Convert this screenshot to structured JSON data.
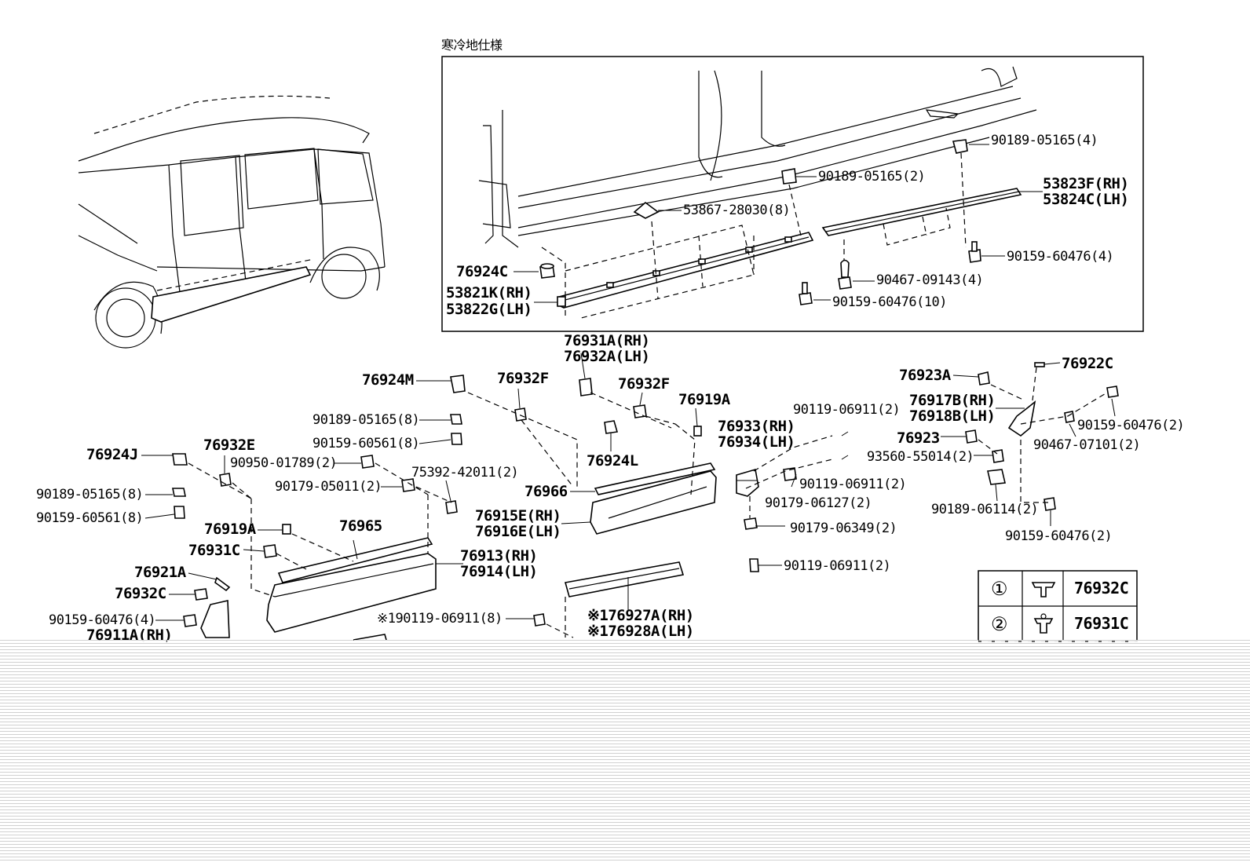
{
  "inset_title": "寒冷地仕様",
  "inset_labels": [
    {
      "key": "i1",
      "text": "90189-05165(4)"
    },
    {
      "key": "i2",
      "text": "90189-05165(2)"
    },
    {
      "key": "i3",
      "text": "53823F(RH)"
    },
    {
      "key": "i4",
      "text": "53824C(LH)"
    },
    {
      "key": "i5",
      "text": "53867-28030(8)"
    },
    {
      "key": "i6",
      "text": "90159-60476(4)"
    },
    {
      "key": "i7",
      "text": "76924C"
    },
    {
      "key": "i8",
      "text": "90467-09143(4)"
    },
    {
      "key": "i9",
      "text": "53821K(RH)"
    },
    {
      "key": "i10",
      "text": "53822G(LH)"
    },
    {
      "key": "i11",
      "text": "90159-60476(10)"
    }
  ],
  "main_labels": [
    {
      "key": "m1",
      "text": "76931A(RH)"
    },
    {
      "key": "m2",
      "text": "76932A(LH)"
    },
    {
      "key": "m3",
      "text": "76924M"
    },
    {
      "key": "m4",
      "text": "76932F"
    },
    {
      "key": "m5",
      "text": "76932F"
    },
    {
      "key": "m6",
      "text": "76919A"
    },
    {
      "key": "m7",
      "text": "90189-05165(8)"
    },
    {
      "key": "m8",
      "text": "90159-60561(8)"
    },
    {
      "key": "m9",
      "text": "76924L"
    },
    {
      "key": "m10",
      "text": "76924J"
    },
    {
      "key": "m11",
      "text": "76932E"
    },
    {
      "key": "m12",
      "text": "90950-01789(2)"
    },
    {
      "key": "m13",
      "text": "90179-05011(2)"
    },
    {
      "key": "m14",
      "text": "75392-42011(2)"
    },
    {
      "key": "m15",
      "text": "90189-05165(8)"
    },
    {
      "key": "m16",
      "text": "90159-60561(8)"
    },
    {
      "key": "m17",
      "text": "76966"
    },
    {
      "key": "m18",
      "text": "76915E(RH)"
    },
    {
      "key": "m19",
      "text": "76916E(LH)"
    },
    {
      "key": "m20",
      "text": "76919A"
    },
    {
      "key": "m21",
      "text": "76965"
    },
    {
      "key": "m22",
      "text": "76931C"
    },
    {
      "key": "m23",
      "text": "76913(RH)"
    },
    {
      "key": "m24",
      "text": "76914(LH)"
    },
    {
      "key": "m25",
      "text": "76921A"
    },
    {
      "key": "m26",
      "text": "76932C"
    },
    {
      "key": "m27",
      "text": "90159-60476(4)"
    },
    {
      "key": "m28",
      "text": "76911A(RH)"
    },
    {
      "key": "m29",
      "text": "※190119-06911(8)"
    },
    {
      "key": "m30",
      "text": "※176927A(RH)"
    },
    {
      "key": "m31",
      "text": "※176928A(LH)"
    },
    {
      "key": "m32",
      "text": "76933(RH)"
    },
    {
      "key": "m33",
      "text": "76934(LH)"
    },
    {
      "key": "m34",
      "text": "90119-06911(2)"
    },
    {
      "key": "m35",
      "text": "90119-06911(2)"
    },
    {
      "key": "m36",
      "text": "90179-06127(2)"
    },
    {
      "key": "m37",
      "text": "90179-06349(2)"
    },
    {
      "key": "m38",
      "text": "90119-06911(2)"
    },
    {
      "key": "m39",
      "text": "76923A"
    },
    {
      "key": "m40",
      "text": "76922C"
    },
    {
      "key": "m41",
      "text": "76917B(RH)"
    },
    {
      "key": "m42",
      "text": "76918B(LH)"
    },
    {
      "key": "m43",
      "text": "76923"
    },
    {
      "key": "m44",
      "text": "90159-60476(2)"
    },
    {
      "key": "m45",
      "text": "93560-55014(2)"
    },
    {
      "key": "m46",
      "text": "90467-07101(2)"
    },
    {
      "key": "m47",
      "text": "90189-06114(2)"
    },
    {
      "key": "m48",
      "text": "90159-60476(2)"
    }
  ],
  "legend": [
    {
      "symbol": "①",
      "part": "76932C"
    },
    {
      "symbol": "②",
      "part": "76931C"
    }
  ]
}
